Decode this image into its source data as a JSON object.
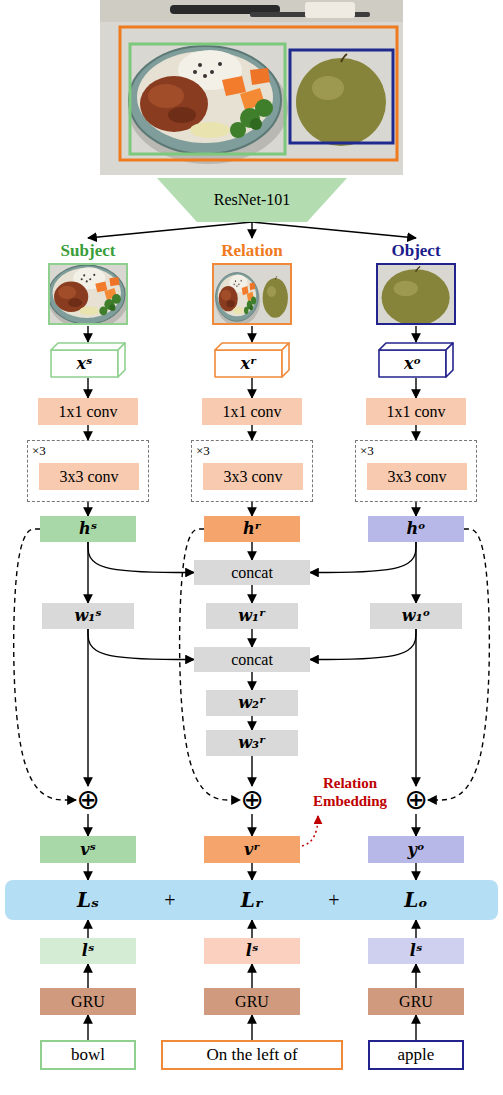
{
  "diagram": {
    "nodes": [
      {
        "text": [
          "ResNet-101"
        ]
      },
      {
        "text": [
          "Subject"
        ]
      },
      {
        "text": [
          "Relation"
        ]
      },
      {
        "text": [
          "Object"
        ]
      },
      {
        "text": [
          "xˢ"
        ]
      },
      {
        "text": [
          "xʳ"
        ]
      },
      {
        "text": [
          "xᵒ"
        ]
      },
      {
        "text": [
          "1x1 conv"
        ]
      },
      {
        "text": [
          "1x1 conv"
        ]
      },
      {
        "text": [
          "1x1 conv"
        ]
      },
      {
        "text": [
          "×3"
        ]
      },
      {
        "text": [
          "3x3 conv"
        ],
        "in": 10
      },
      {
        "text": [
          "×3"
        ]
      },
      {
        "text": [
          "3x3 conv"
        ],
        "in": 12
      },
      {
        "text": [
          "×3"
        ]
      },
      {
        "text": [
          "3x3 conv"
        ],
        "in": 14
      },
      {
        "text": [
          "hˢ"
        ]
      },
      {
        "text": [
          "hʳ"
        ]
      },
      {
        "text": [
          "hᵒ"
        ]
      },
      {
        "text": [
          "concat"
        ]
      },
      {
        "text": [
          "w₁ˢ"
        ]
      },
      {
        "text": [
          "w₁ʳ"
        ]
      },
      {
        "text": [
          "w₁ᵒ"
        ]
      },
      {
        "text": [
          "concat"
        ]
      },
      {
        "text": [
          "w₂ʳ"
        ]
      },
      {
        "text": [
          "w₃ʳ"
        ]
      },
      {
        "text": [
          "⊕"
        ]
      },
      {
        "text": [
          "⊕"
        ]
      },
      {
        "text": [
          "⊕"
        ]
      },
      {
        "text": [
          "vˢ"
        ]
      },
      {
        "text": [
          "vʳ"
        ]
      },
      {
        "text": [
          "yᵒ"
        ]
      },
      {
        "text": [
          "+",
          "+"
        ]
      },
      {
        "text": [
          "Lₛ"
        ],
        "in": 32
      },
      {
        "text": [
          "Lᵣ"
        ],
        "in": 32
      },
      {
        "text": [
          "Lₒ"
        ],
        "in": 32
      },
      {
        "text": [
          "lˢ"
        ]
      },
      {
        "text": [
          "lˢ"
        ]
      },
      {
        "text": [
          "lˢ"
        ]
      },
      {
        "text": [
          "GRU"
        ]
      },
      {
        "text": [
          "GRU"
        ]
      },
      {
        "text": [
          "GRU"
        ]
      },
      {
        "text": [
          "bowl"
        ]
      },
      {
        "text": [
          "On the left of"
        ]
      },
      {
        "text": [
          "apple"
        ]
      }
    ],
    "edges": [
      {
        "from": 0,
        "to": 1,
        "arrow": "to"
      },
      {
        "from": 0,
        "to": 2,
        "arrow": "to"
      },
      {
        "from": 0,
        "to": 3,
        "arrow": "to"
      },
      {
        "from": 1,
        "to": 4,
        "arrow": "to"
      },
      {
        "from": 2,
        "to": 5,
        "arrow": "to"
      },
      {
        "from": 3,
        "to": 6,
        "arrow": "to"
      },
      {
        "from": 4,
        "to": 7,
        "arrow": "to"
      },
      {
        "from": 5,
        "to": 8,
        "arrow": "to"
      },
      {
        "from": 6,
        "to": 9,
        "arrow": "to"
      },
      {
        "from": 7,
        "to": 10,
        "arrow": "to"
      },
      {
        "from": 10,
        "to": 16,
        "arrow": "to"
      },
      {
        "from": 8,
        "to": 12,
        "arrow": "to"
      },
      {
        "from": 12,
        "to": 17,
        "arrow": "to"
      },
      {
        "from": 9,
        "to": 14,
        "arrow": "to"
      },
      {
        "from": 14,
        "to": 18,
        "arrow": "to"
      },
      {
        "from": 16,
        "to": 20,
        "arrow": "to"
      },
      {
        "from": 16,
        "to": 19,
        "arrow": "to"
      },
      {
        "from": 17,
        "to": 19,
        "arrow": "to"
      },
      {
        "from": 18,
        "to": 19,
        "arrow": "to"
      },
      {
        "from": 18,
        "to": 22,
        "arrow": "to"
      },
      {
        "from": 19,
        "to": 21,
        "arrow": "to"
      },
      {
        "from": 20,
        "to": 23,
        "arrow": "to"
      },
      {
        "from": 21,
        "to": 23,
        "arrow": "to"
      },
      {
        "from": 22,
        "to": 23,
        "arrow": "to"
      },
      {
        "from": 23,
        "to": 24,
        "arrow": "to"
      },
      {
        "from": 24,
        "to": 25,
        "arrow": "to"
      },
      {
        "from": 25,
        "to": 27,
        "arrow": "to"
      },
      {
        "from": 20,
        "to": 26,
        "arrow": "to"
      },
      {
        "from": 16,
        "to": 26,
        "arrow": "to"
      },
      {
        "from": 17,
        "to": 27,
        "arrow": "to"
      },
      {
        "from": 22,
        "to": 28,
        "arrow": "to"
      },
      {
        "from": 18,
        "to": 28,
        "arrow": "to"
      },
      {
        "from": 26,
        "to": 29,
        "arrow": "to"
      },
      {
        "from": 27,
        "to": 30,
        "arrow": "to"
      },
      {
        "from": 28,
        "to": 31,
        "arrow": "to"
      },
      {
        "from": 29,
        "to": 33,
        "arrow": "to"
      },
      {
        "from": 30,
        "to": 34,
        "arrow": "to"
      },
      {
        "from": 31,
        "to": 35,
        "arrow": "to"
      },
      {
        "from": 36,
        "to": 33,
        "arrow": "to"
      },
      {
        "from": 37,
        "to": 34,
        "arrow": "to"
      },
      {
        "from": 38,
        "to": 35,
        "arrow": "to"
      },
      {
        "from": 39,
        "to": 36,
        "arrow": "to"
      },
      {
        "from": 40,
        "to": 37,
        "arrow": "to"
      },
      {
        "from": 41,
        "to": 38,
        "arrow": "to"
      },
      {
        "from": 42,
        "to": 39,
        "arrow": "to"
      },
      {
        "from": 43,
        "to": 40,
        "arrow": "to"
      },
      {
        "from": 44,
        "to": 41,
        "arrow": "to"
      }
    ],
    "labels": [
      "Relation Embedding"
    ]
  }
}
